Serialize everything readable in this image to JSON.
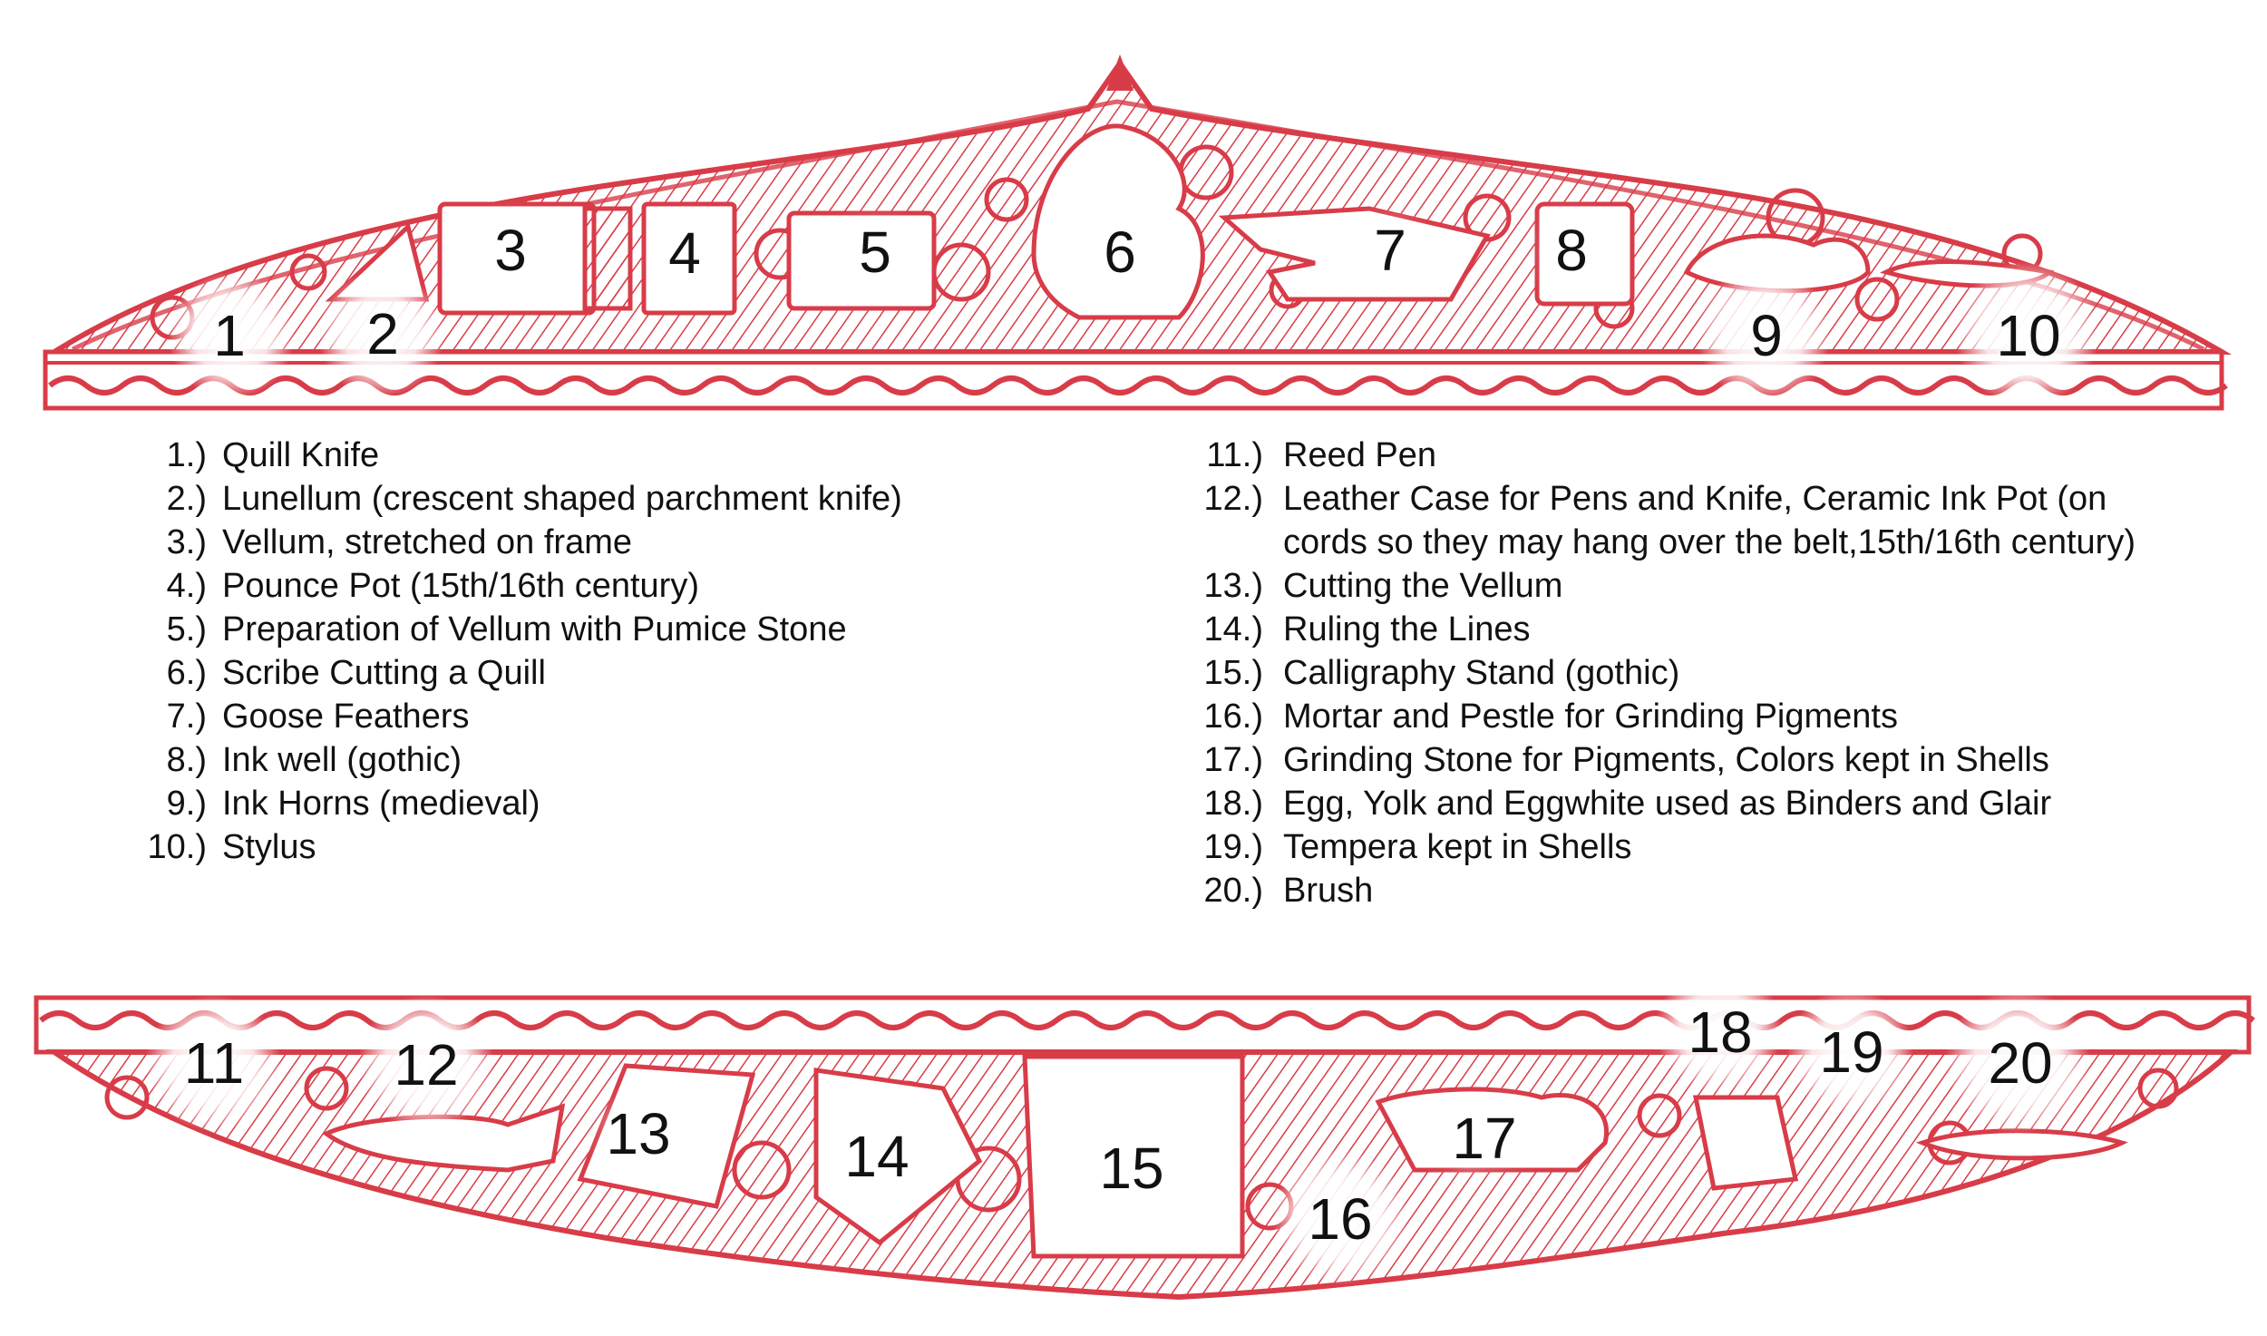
{
  "colors": {
    "ornament": "#d83c48",
    "ornament_light": "#f2b2b8",
    "text": "#111111"
  },
  "top_numbers": [
    "1",
    "2",
    "3",
    "4",
    "5",
    "6",
    "7",
    "8",
    "9",
    "10"
  ],
  "bottom_numbers": [
    "11",
    "12",
    "13",
    "14",
    "15",
    "16",
    "17",
    "18",
    "19",
    "20"
  ],
  "legend_left": [
    {
      "num": "1.)",
      "text": "Quill Knife"
    },
    {
      "num": "2.)",
      "text": "Lunellum (crescent shaped parchment knife)"
    },
    {
      "num": "3.)",
      "text": "Vellum, stretched on frame"
    },
    {
      "num": "4.)",
      "text": "Pounce Pot (15th/16th century)"
    },
    {
      "num": "5.)",
      "text": "Preparation of Vellum with Pumice Stone"
    },
    {
      "num": "6.)",
      "text": "Scribe Cutting a Quill"
    },
    {
      "num": "7.)",
      "text": "Goose Feathers"
    },
    {
      "num": "8.)",
      "text": "Ink well (gothic)"
    },
    {
      "num": "9.)",
      "text": "Ink Horns (medieval)"
    },
    {
      "num": "10.)",
      "text": "Stylus"
    }
  ],
  "legend_right": [
    {
      "num": "11.)",
      "text": "Reed Pen"
    },
    {
      "num": "12.)",
      "text": "Leather Case for Pens and Knife, Ceramic Ink Pot (on cords so they may hang over the belt,15th/16th century)"
    },
    {
      "num": "13.)",
      "text": "Cutting the Vellum"
    },
    {
      "num": "14.)",
      "text": "Ruling the Lines"
    },
    {
      "num": "15.)",
      "text": "Calligraphy Stand  (gothic)"
    },
    {
      "num": "16.)",
      "text": "Mortar and Pestle for Grinding Pigments"
    },
    {
      "num": "17.)",
      "text": "Grinding Stone for Pigments, Colors kept in Shells"
    },
    {
      "num": "18.)",
      "text": "Egg, Yolk and Eggwhite used as Binders and Glair"
    },
    {
      "num": "19.)",
      "text": "Tempera kept in Shells"
    },
    {
      "num": "20.)",
      "text": "Brush"
    }
  ]
}
